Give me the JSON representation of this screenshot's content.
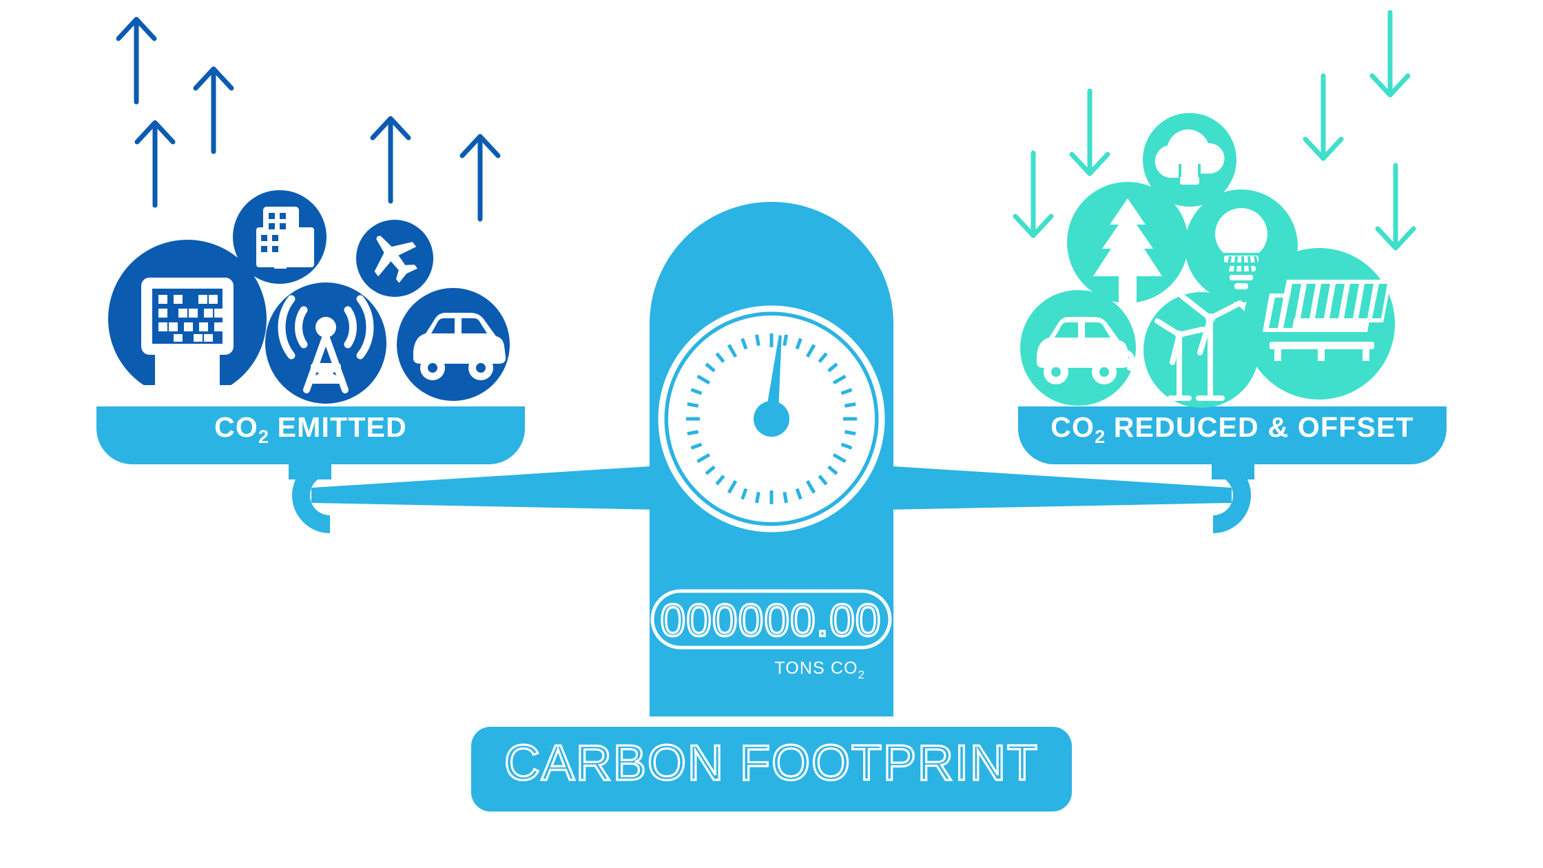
{
  "figure": {
    "title": "CARBON FOOTPRINT",
    "concept": "balance-scale",
    "background_color": "#FFFFFF"
  },
  "colors": {
    "emitted_dark_blue": "#0B5BB0",
    "offset_turquoise": "#3FDFCB",
    "scale_light_blue": "#2BB3E3",
    "white": "#FFFFFF"
  },
  "left_pan": {
    "label_main": "CO",
    "label_sub": "2",
    "label_rest": " EMITTED",
    "label_full": "CO₂ EMITTED",
    "arrow_direction": "up",
    "arrow_count": 5,
    "color": "#0B5BB0",
    "icons": [
      {
        "name": "data-center-icon",
        "label": "Data center / server rack"
      },
      {
        "name": "office-buildings-icon",
        "label": "Office buildings"
      },
      {
        "name": "airplane-icon",
        "label": "Air travel"
      },
      {
        "name": "cell-tower-icon",
        "label": "Telecom cell tower"
      },
      {
        "name": "car-icon",
        "label": "Passenger vehicle"
      }
    ]
  },
  "right_pan": {
    "label_main": "CO",
    "label_sub": "2",
    "label_rest": " REDUCED & OFFSET",
    "label_full": "CO₂ REDUCED & OFFSET",
    "arrow_direction": "down",
    "arrow_count": 5,
    "color": "#3FDFCB",
    "icons": [
      {
        "name": "cloud-capture-icon",
        "label": "Carbon capture / cloud upload"
      },
      {
        "name": "tree-icon",
        "label": "Reforestation"
      },
      {
        "name": "led-bulb-icon",
        "label": "Energy efficient lighting"
      },
      {
        "name": "electric-car-icon",
        "label": "Electric vehicle"
      },
      {
        "name": "wind-turbine-icon",
        "label": "Wind power"
      },
      {
        "name": "solar-panel-icon",
        "label": "Solar power"
      }
    ]
  },
  "scale": {
    "readout_value": "000000.00",
    "units_main": "TONS CO",
    "units_sub": "2",
    "units_full": "TONS CO₂",
    "base_label": "CARBON FOOTPRINT",
    "dial": {
      "needle_angle_deg": 6,
      "tick_count": 36,
      "major_tick_every": 3
    }
  }
}
